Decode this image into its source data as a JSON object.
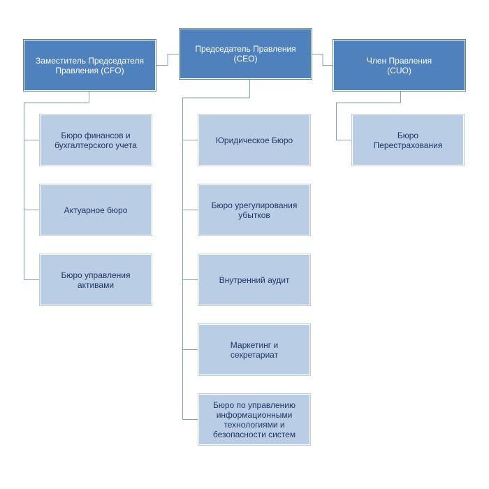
{
  "org_chart": {
    "cfo": {
      "label": "Заместитель Председателя\nПравления (CFO)"
    },
    "ceo": {
      "label": "Председатель Правления\n(CEO)"
    },
    "cuo": {
      "label": "Член Правления\n(CUO)"
    },
    "cfo_units": [
      {
        "label": "Бюро финансов и\nбухгалтерского учета"
      },
      {
        "label": "Актуарное бюро"
      },
      {
        "label": "Бюро управления\nактивами"
      }
    ],
    "ceo_units": [
      {
        "label": "Юридическое Бюро"
      },
      {
        "label": "Бюро урегулирования\nубытков"
      },
      {
        "label": "Внутренний аудит"
      },
      {
        "label": "Маркетинг и\nсекретариат"
      },
      {
        "label": "Бюро по управлению\nинформационными\nтехнологиями и\nбезопасности систем"
      }
    ],
    "cuo_units": [
      {
        "label": "Бюро\nПерестрахования"
      }
    ],
    "colors": {
      "head_fill": "#4f81bd",
      "unit_fill": "#b9cde5",
      "connector": "#7f9fc9"
    }
  }
}
